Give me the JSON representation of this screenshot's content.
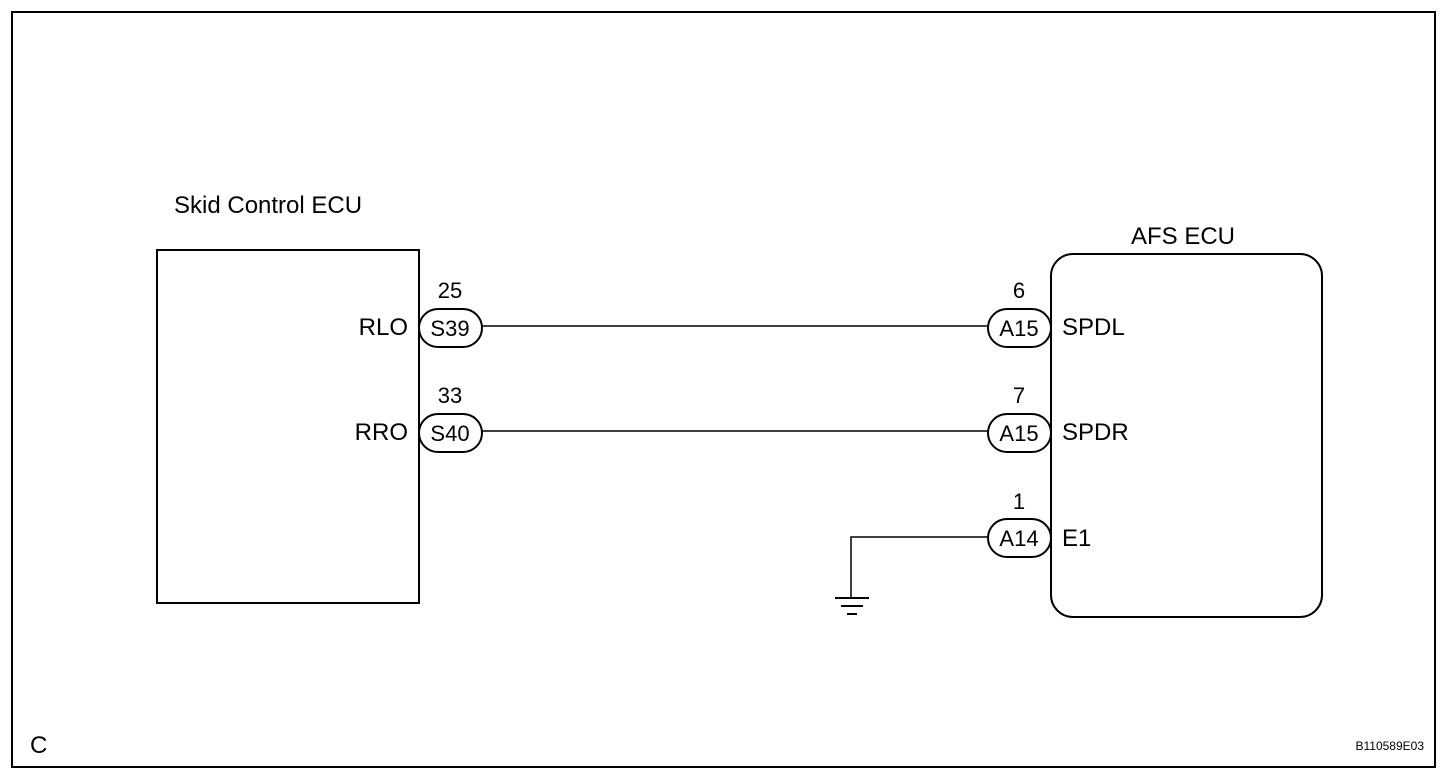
{
  "page": {
    "corner_letter": "C",
    "figure_id": "B110589E03"
  },
  "skid_ecu": {
    "title": "Skid Control ECU",
    "pins": [
      {
        "label": "RLO",
        "connector": "S39",
        "pin": "25"
      },
      {
        "label": "RRO",
        "connector": "S40",
        "pin": "33"
      }
    ]
  },
  "afs_ecu": {
    "title": "AFS ECU",
    "pins": [
      {
        "label": "SPDL",
        "connector": "A15",
        "pin": "6"
      },
      {
        "label": "SPDR",
        "connector": "A15",
        "pin": "7"
      },
      {
        "label": "E1",
        "connector": "A14",
        "pin": "1"
      }
    ]
  },
  "colors": {
    "line": "#000000",
    "background": "#ffffff"
  }
}
